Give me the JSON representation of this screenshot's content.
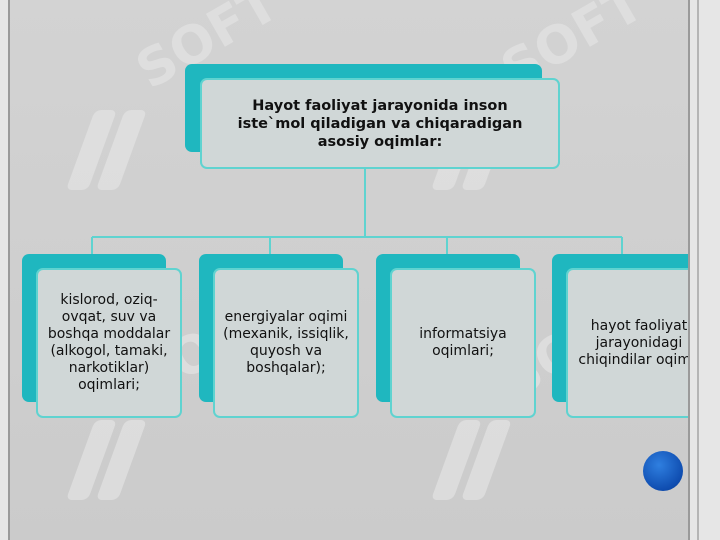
{
  "diagram": {
    "root": {
      "text": "Hayot faoliyat jarayonida inson iste`mol qiladigan va chiqaradigan asosiy oqimlar:"
    },
    "children": [
      {
        "text": "kislorod, oziq-ovqat, suv va boshqa moddalar (alkogol, tamaki, narkotiklar) oqimlari;"
      },
      {
        "text": "energiyalar oqimi (mexanik, issiqlik, quyosh va boshqalar);"
      },
      {
        "text": "informatsiya oqimlari;"
      },
      {
        "text": "hayot faoliyat jarayonidagi chiqindilar oqimi;"
      }
    ],
    "colors": {
      "accent": "#1fb7bf",
      "border": "#5fd3d0",
      "box_fill": "#d0d7d7",
      "connector": "#5fd3d0",
      "nav_button": "#1a5fc4"
    }
  },
  "watermark": {
    "text": "SOFT"
  },
  "nav": {
    "icon": "circle-button-icon"
  }
}
